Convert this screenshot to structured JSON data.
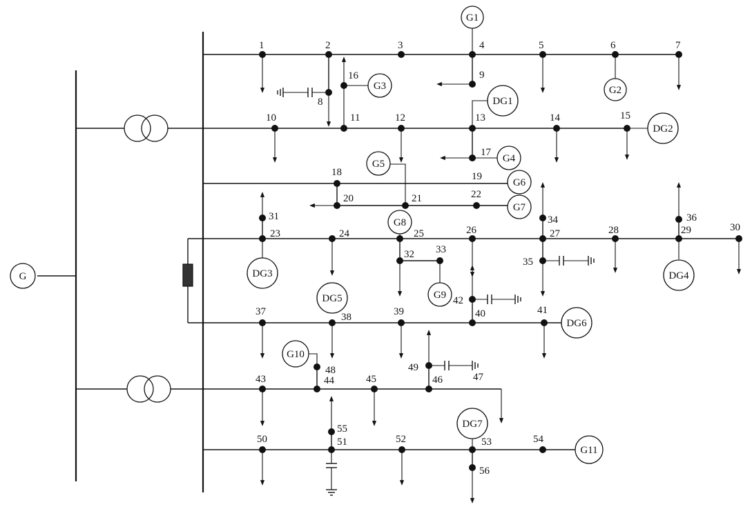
{
  "sources": {
    "main": "G"
  },
  "nodes": {
    "n1": "1",
    "n2": "2",
    "n3": "3",
    "n4": "4",
    "n5": "5",
    "n6": "6",
    "n7": "7",
    "n8": "8",
    "n9": "9",
    "n10": "10",
    "n11": "11",
    "n12": "12",
    "n13": "13",
    "n14": "14",
    "n15": "15",
    "n16": "16",
    "n17": "17",
    "n18": "18",
    "n19": "19",
    "n20": "20",
    "n21": "21",
    "n22": "22",
    "n23": "23",
    "n24": "24",
    "n25": "25",
    "n26": "26",
    "n27": "27",
    "n28": "28",
    "n29": "29",
    "n30": "30",
    "n31": "31",
    "n32": "32",
    "n33": "33",
    "n34": "34",
    "n35": "35",
    "n36": "36",
    "n37": "37",
    "n38": "38",
    "n39": "39",
    "n40": "40",
    "n41": "41",
    "n42": "42",
    "n43": "43",
    "n44": "44",
    "n45": "45",
    "n46": "46",
    "n47": "47",
    "n48": "48",
    "n49": "49",
    "n50": "50",
    "n51": "51",
    "n52": "52",
    "n53": "53",
    "n54": "54",
    "n55": "55",
    "n56": "56"
  },
  "generators": {
    "g1": "G1",
    "g2": "G2",
    "g3": "G3",
    "g4": "G4",
    "g5": "G5",
    "g6": "G6",
    "g7": "G7",
    "g8": "G8",
    "g9": "G9",
    "g10": "G10",
    "g11": "G11"
  },
  "dgs": {
    "dg1": "DG1",
    "dg2": "DG2",
    "dg3": "DG3",
    "dg4": "DG4",
    "dg5": "DG5",
    "dg6": "DG6",
    "dg7": "DG7"
  }
}
